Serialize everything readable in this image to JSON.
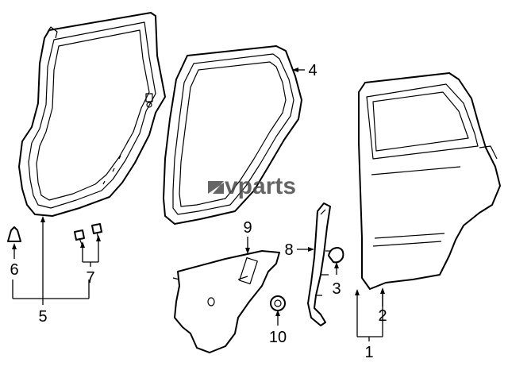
{
  "watermark": {
    "text": "vparts",
    "color": "#4a4a4a"
  },
  "callouts": [
    {
      "id": "1",
      "label": "1"
    },
    {
      "id": "2",
      "label": "2"
    },
    {
      "id": "3",
      "label": "3"
    },
    {
      "id": "4",
      "label": "4"
    },
    {
      "id": "5",
      "label": "5"
    },
    {
      "id": "6",
      "label": "6"
    },
    {
      "id": "7",
      "label": "7"
    },
    {
      "id": "8",
      "label": "8"
    },
    {
      "id": "9",
      "label": "9"
    },
    {
      "id": "10",
      "label": "10"
    }
  ],
  "colors": {
    "line": "#000000",
    "background": "#ffffff"
  }
}
